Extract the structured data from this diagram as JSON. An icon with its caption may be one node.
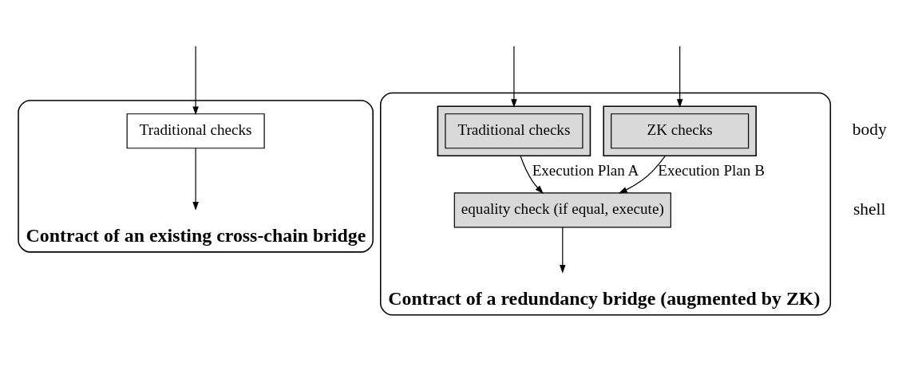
{
  "diagram": {
    "nodes": [
      {
        "text": [
          "Contract of an existing cross-chain bridge"
        ]
      },
      {
        "text": [
          "Traditional checks"
        ],
        "in": 0
      },
      {
        "text": [
          "Contract of a redundancy bridge (augmented by ZK)"
        ]
      },
      {
        "text": [],
        "shape": "box",
        "in": 2
      },
      {
        "text": [
          "Traditional checks"
        ],
        "in": 3
      },
      {
        "text": [],
        "shape": "box",
        "in": 2
      },
      {
        "text": [
          "ZK checks"
        ],
        "in": 5
      },
      {
        "text": [
          "equality check (if equal, execute)"
        ],
        "in": 2
      }
    ],
    "edges": [
      {
        "from": null,
        "to": 1,
        "arrow": "to"
      },
      {
        "from": 1,
        "to": null,
        "arrow": "to"
      },
      {
        "from": null,
        "to": 3,
        "arrow": "to"
      },
      {
        "from": null,
        "to": 5,
        "arrow": "to"
      },
      {
        "from": 3,
        "to": 7,
        "arrow": "to",
        "label": "Execution Plan A"
      },
      {
        "from": 5,
        "to": 7,
        "arrow": "to",
        "label": "Execution Plan B"
      },
      {
        "from": 7,
        "to": null,
        "arrow": "to"
      }
    ],
    "labels": [
      "body",
      "shell"
    ]
  }
}
